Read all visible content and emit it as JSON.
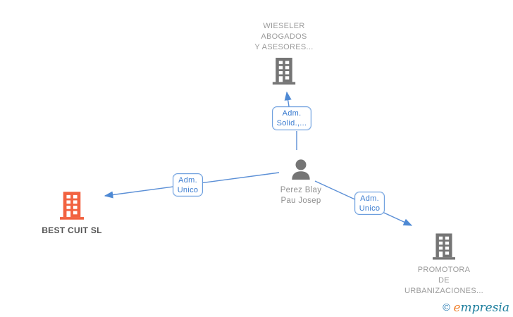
{
  "diagram": {
    "nodes": {
      "company_top": {
        "lines": [
          "WIESELER",
          "ABOGADOS",
          "Y ASESORES..."
        ]
      },
      "person": {
        "lines": [
          "Perez Blay",
          "Pau Josep"
        ]
      },
      "company_left": {
        "label": "BEST CUIT SL"
      },
      "company_right": {
        "lines": [
          "PROMOTORA",
          "DE",
          "URBANIZACIONES..."
        ]
      }
    },
    "edge_labels": {
      "adm_solid": {
        "lines": [
          "Adm.",
          "Solid.,..."
        ]
      },
      "adm_unico_left": {
        "lines": [
          "Adm.",
          "Unico"
        ]
      },
      "adm_unico_right": {
        "lines": [
          "Adm.",
          "Unico"
        ]
      }
    },
    "colors": {
      "edge_blue": "#5b8fd6",
      "arrowhead_blue": "#4e89d4",
      "box_border_blue": "#6e9fde",
      "box_text_blue": "#3b7cd0",
      "label_gray": "#9b9b9b",
      "icon_gray": "#757575",
      "highlight_orange": "#f26240",
      "dark_label_gray": "#545454",
      "brand_teal": "#1e7f9e",
      "brand_orange": "#f08433"
    }
  },
  "watermark": {
    "copyright": "©",
    "brand_initial": "e",
    "brand_rest": "mpresia"
  }
}
